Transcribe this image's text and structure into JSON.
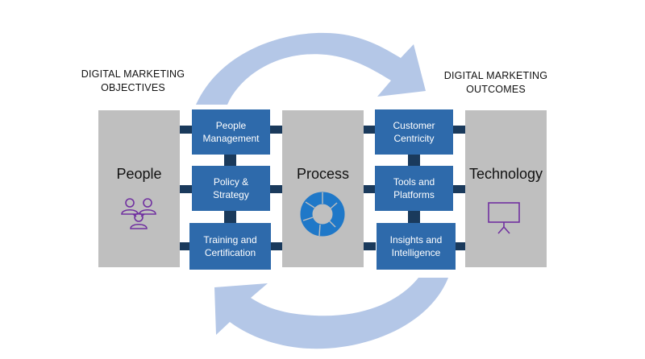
{
  "headings": {
    "objectives_line1": "DIGITAL MARKETING",
    "objectives_line2": "OBJECTIVES",
    "outcomes_line1": "DIGITAL MARKETING",
    "outcomes_line2": "OUTCOMES"
  },
  "pillars": {
    "people": {
      "label": "People",
      "icon": "people-group-icon"
    },
    "process": {
      "label": "Process",
      "icon": "cycle-ring-icon"
    },
    "technology": {
      "label": "Technology",
      "icon": "presentation-board-icon"
    }
  },
  "left_column": [
    {
      "line1": "People",
      "line2": "Management"
    },
    {
      "line1": "Policy &",
      "line2": "Strategy"
    },
    {
      "line1": "Training and",
      "line2": "Certification"
    }
  ],
  "right_column": [
    {
      "line1": "Customer",
      "line2": "Centricity"
    },
    {
      "line1": "Tools and",
      "line2": "Platforms"
    },
    {
      "line1": "Insights and",
      "line2": "Intelligence"
    }
  ],
  "colors": {
    "pillar_gray": "#bfbfbf",
    "box_blue": "#2e6aab",
    "connector_navy": "#1a3a5c",
    "arrow_light_blue": "#b4c7e7",
    "icon_purple": "#7030a0",
    "cycle_blue": "#1f78c8"
  }
}
